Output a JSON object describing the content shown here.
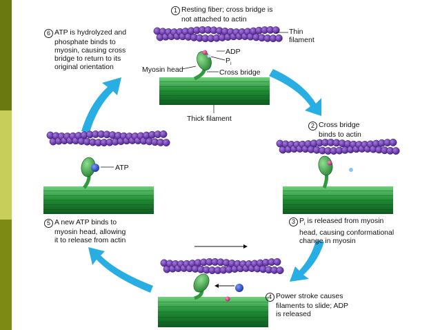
{
  "colors": {
    "actin": "#5a2a9c",
    "actin_light": "#8a5cc9",
    "myosin_head": "#2f9a3c",
    "thick_filament": "#1f8a34",
    "arrow": "#29aee4",
    "adp": "#d63a8a",
    "atp": "#2450c8",
    "side_olive_dark": "#6b7a10",
    "side_olive_light": "#c7cf5a"
  },
  "steps": [
    {
      "num": "1",
      "lines": [
        "Resting fiber; cross bridge is",
        "not attached to actin"
      ]
    },
    {
      "num": "2",
      "lines": [
        "Cross bridge",
        "binds to actin"
      ]
    },
    {
      "num": "3",
      "lines": [
        "P",
        "head, causing conformational",
        "change in myosin"
      ],
      "sub": "i",
      "first_rest": " is released from myosin"
    },
    {
      "num": "4",
      "lines": [
        "Power stroke causes",
        "filaments to slide; ADP",
        "is released"
      ]
    },
    {
      "num": "5",
      "lines": [
        "A new ATP binds to",
        "myosin head, allowing",
        "it to release from actin"
      ]
    },
    {
      "num": "6",
      "lines": [
        "ATP is hydrolyzed and",
        "phosphate binds to",
        "myosin, causing cross",
        "bridge to return to its",
        "original orientation"
      ]
    }
  ],
  "labels": {
    "thin_filament": [
      "Thin",
      "filament"
    ],
    "adp": "ADP",
    "pi_main": "P",
    "pi_sub": "i",
    "myosin_head": "Myosin head",
    "cross_bridge": "Cross bridge",
    "thick_filament": "Thick filament",
    "atp": "ATP"
  }
}
